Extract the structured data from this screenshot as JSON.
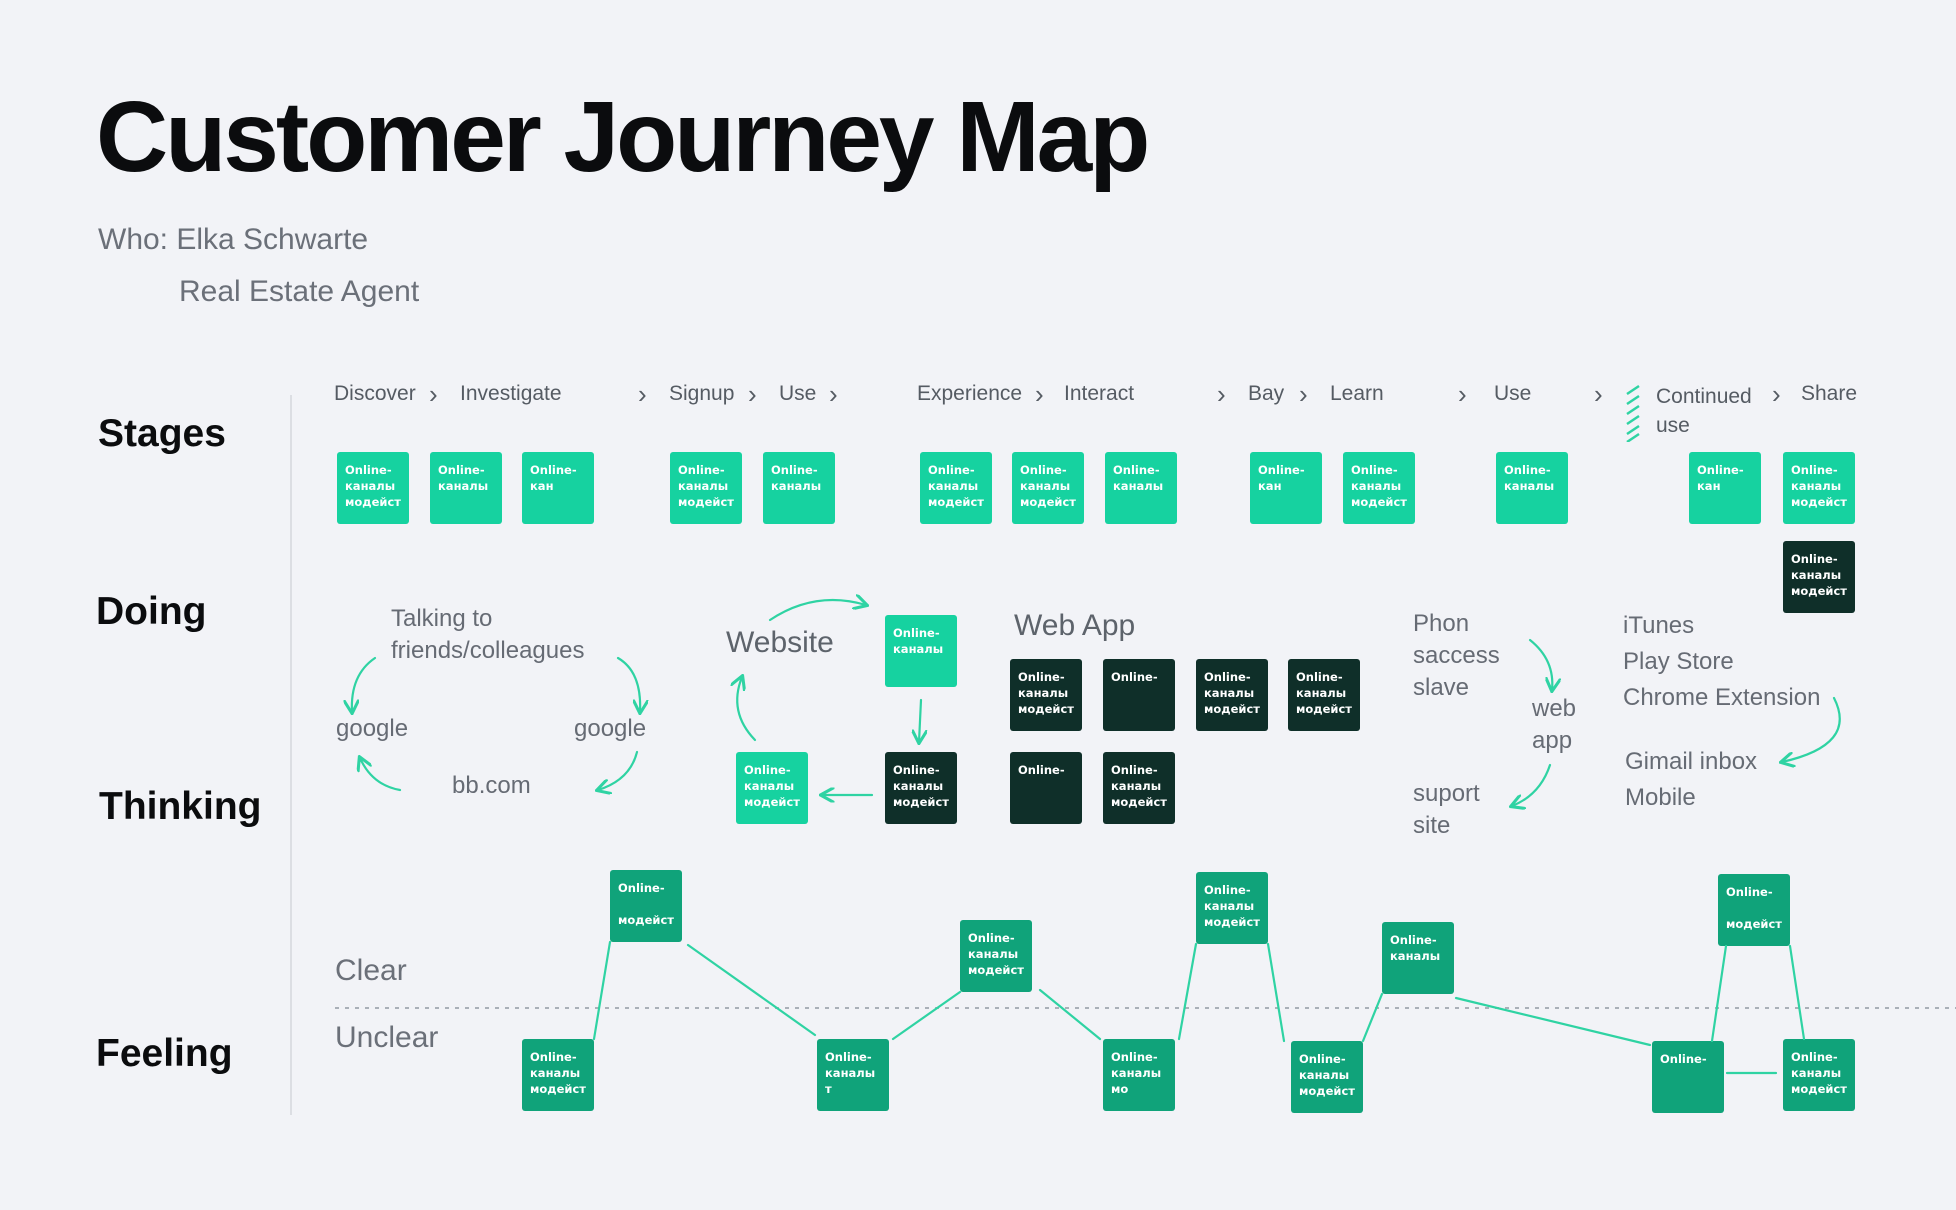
{
  "title": "Customer Journey Map",
  "who": "Who: Elka Schwarte",
  "role": "Real Estate Agent",
  "rows": {
    "stages": "Stages",
    "doing": "Doing",
    "thinking": "Thinking",
    "feeling": "Feeling"
  },
  "stages": [
    "Discover",
    "Investigate",
    "Signup",
    "Use",
    "Experience",
    "Interact",
    "Bay",
    "Learn",
    "Use",
    "Continued\nuse",
    "Share"
  ],
  "stage_cards": [
    "Online-\nканалы\nмодейст",
    "Online-\nканалы",
    "Online-\nкан",
    "Online-\nканалы\nмодейст",
    "Online-\nканалы",
    "Online-\nканалы\nмодейст",
    "Online-\nканалы\nмодейст",
    "Online-\nканалы",
    "Online-\nкан",
    "Online-\nканалы\nмодейст",
    "Online-\nканалы",
    "Online-\nкан",
    "Online-\nканалы\nмодейст",
    "Online-\nканалы\nмодейст"
  ],
  "doing": {
    "cycle1": {
      "talking": "Talking to\nfriends/colleagues",
      "google_left": "google",
      "google_right": "google",
      "bb": "bb.com"
    },
    "cycle2": {
      "website": "Website",
      "cards": [
        "Online-\nканалы",
        "Online-\nканалы\nмодейст",
        "Online-\nканалы\nмодейст"
      ]
    },
    "webapp": {
      "label": "Web App",
      "cards": [
        "Online-\nканалы\nмодейст",
        "Online-",
        "Online-\nканалы\nмодейст",
        "Online-\nканалы\nмодейст",
        "Online-",
        "Online-\nканалы\nмодейст"
      ]
    },
    "cycle3": {
      "phon": "Phon\nsaccess\nslave",
      "web": "web\napp",
      "suport": "suport\nsite"
    },
    "stores": {
      "top": "iTunes\nPlay Store\nChrome Extension",
      "bottom": "Gimail inbox\nMobile"
    }
  },
  "feeling": {
    "clear": "Clear",
    "unclear": "Unclear",
    "points": [
      {
        "stage": "Discover",
        "level": "Unclear",
        "text": "Online-\nканалы\nмодейст"
      },
      {
        "stage": "Investigate",
        "level": "Clear",
        "text": "Online-\n\nмодейст"
      },
      {
        "stage": "Use",
        "level": "Unclear",
        "text": "Online-\nканалы т"
      },
      {
        "stage": "Experience",
        "level": "Clear",
        "text": "Online-\nканалы\nмодейст"
      },
      {
        "stage": "Interact",
        "level": "Unclear",
        "text": "Online-\nканалы\nмо"
      },
      {
        "stage": "Interact",
        "level": "Clear",
        "text": "Online-\nканалы\nмодейст"
      },
      {
        "stage": "Bay",
        "level": "Unclear",
        "text": "Online-\nканалы\nмодейст"
      },
      {
        "stage": "Learn",
        "level": "Clear",
        "text": "Online-\nканалы"
      },
      {
        "stage": "Continued use",
        "level": "Unclear",
        "text": "Online-"
      },
      {
        "stage": "Continued use",
        "level": "Clear",
        "text": "Online-\n\nмодейст"
      },
      {
        "stage": "Share",
        "level": "Unclear",
        "text": "Online-\nканалы\nмодейст"
      }
    ]
  },
  "colors": {
    "background": "#f2f3f7",
    "card_bright": "#16d2a0",
    "card_dark": "#0f2f29",
    "card_mid": "#10a37a",
    "arrow": "#2fd3a3",
    "title": "#0b0c0e"
  }
}
